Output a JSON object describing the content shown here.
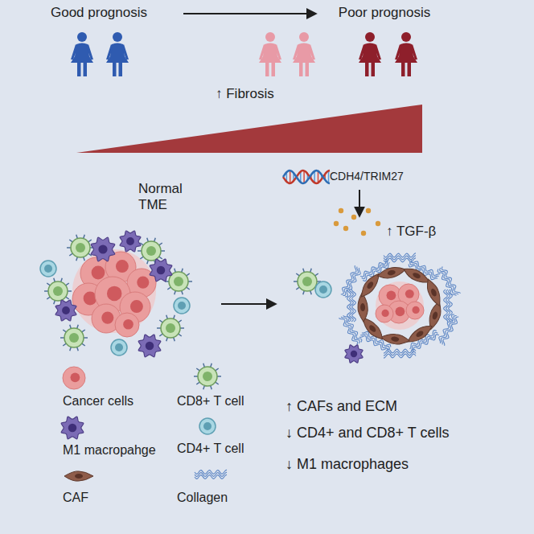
{
  "diagram": {
    "labels": [
      "Good prognosis",
      "Poor prognosis",
      "↑ Fibrosis",
      "CDH4/TRIM27",
      "↑ TGF-β",
      "Normal TME",
      "↑ CAFs and ECM",
      "↓ CD4+ and CD8+ T cells",
      "↓ M1 macrophages"
    ],
    "legend": [
      {
        "text": "Cancer cells"
      },
      {
        "text": "CD8+ T cell"
      },
      {
        "text": "M1 macropahge"
      },
      {
        "text": "CD4+ T cell"
      },
      {
        "text": "CAF"
      },
      {
        "text": "Collagen"
      }
    ]
  }
}
